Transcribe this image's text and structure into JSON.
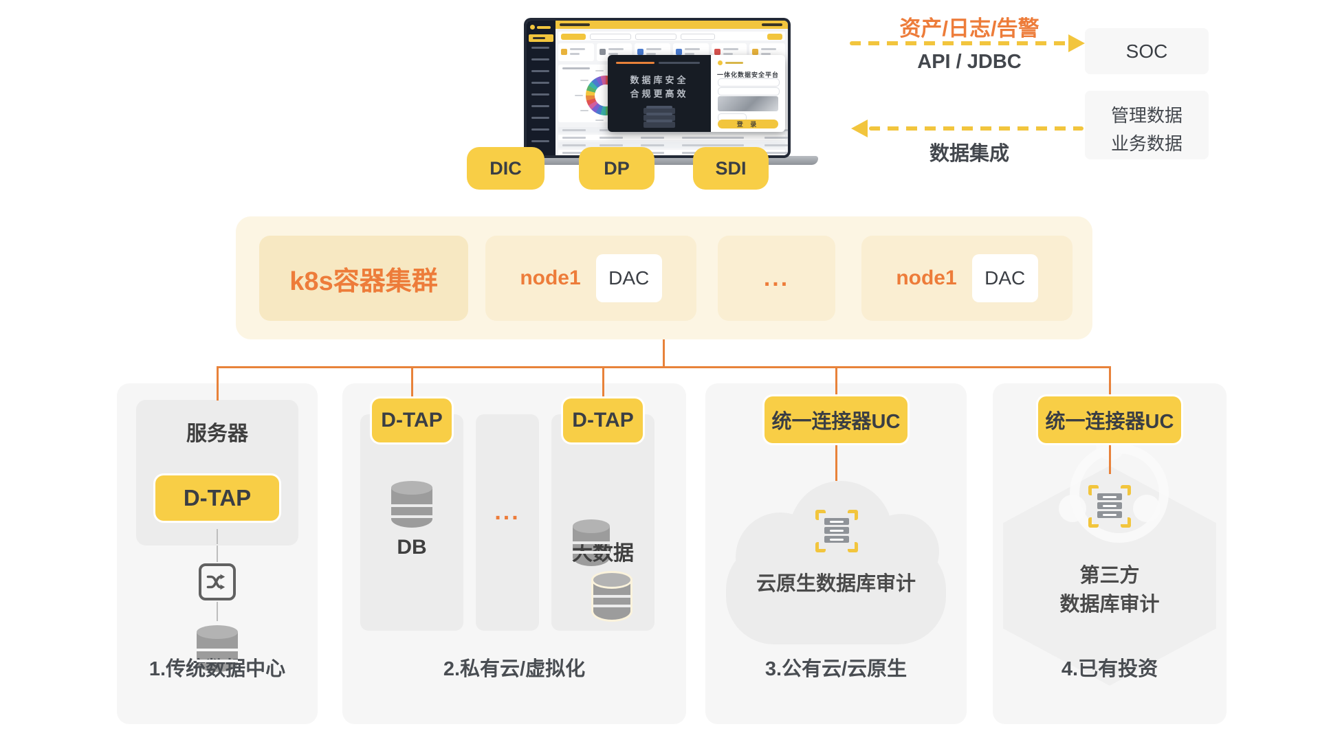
{
  "colors": {
    "orange": "#ed7c3a",
    "badge_yellow": "#f8ce46",
    "arrow_yellow": "#f2c53d",
    "line_orange": "#e8823a"
  },
  "laptop": {
    "slogan1": "数据库安全",
    "slogan2": "合规更高效",
    "login_title": "一体化数据安全平台",
    "login_button": "登 录"
  },
  "badges": [
    {
      "label": "DIC"
    },
    {
      "label": "DP"
    },
    {
      "label": "SDI"
    }
  ],
  "flow": {
    "assets": "资产/日志/告警",
    "api": "API / JDBC",
    "soc": "SOC",
    "integration": "数据集成",
    "mgmt1": "管理数据",
    "mgmt2": "业务数据"
  },
  "cluster": {
    "title": "k8s容器集群",
    "ellipsis": "...",
    "nodes": [
      {
        "name": "node1",
        "comp": "DAC"
      },
      {
        "name": "node1",
        "comp": "DAC"
      }
    ]
  },
  "env1": {
    "server": "服务器",
    "badge": "D-TAP",
    "label": "1.传统数据中心"
  },
  "env2": {
    "badge1": "D-TAP",
    "badge2": "D-TAP",
    "db": "DB",
    "ellipsis": "...",
    "bigdata": "大数据",
    "label": "2.私有云/虚拟化"
  },
  "env3": {
    "badge": "统一连接器UC",
    "caption": "云原生数据库审计",
    "label": "3.公有云/云原生"
  },
  "env4": {
    "badge": "统一连接器UC",
    "caption1": "第三方",
    "caption2": "数据库审计",
    "label": "4.已有投资"
  }
}
